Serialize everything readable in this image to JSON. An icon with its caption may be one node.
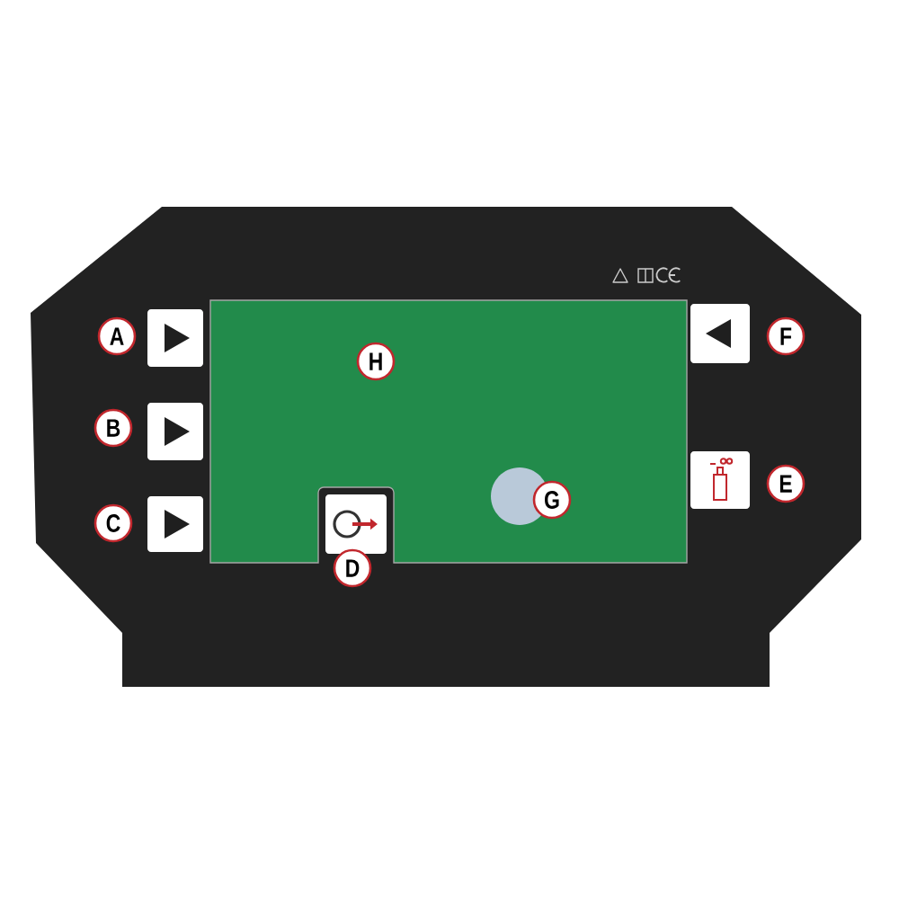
{
  "diagram": {
    "labels": [
      "A",
      "F",
      "H",
      "B",
      "E",
      "G",
      "C",
      "D"
    ]
  }
}
